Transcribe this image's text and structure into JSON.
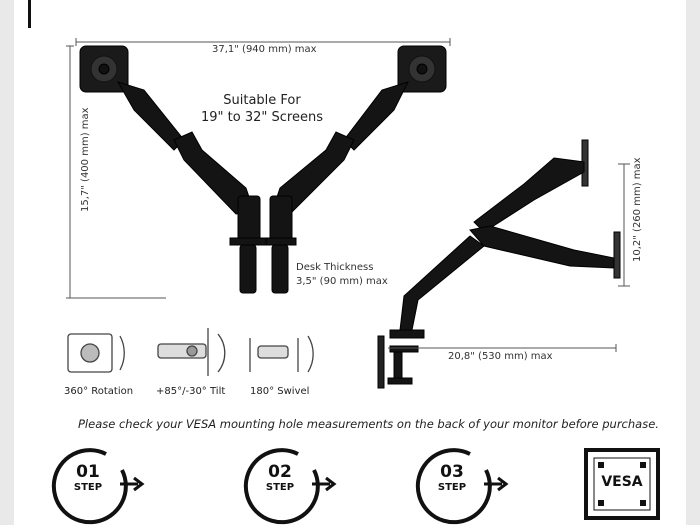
{
  "dimensions": {
    "width_label": "37,1\" (940 mm) max",
    "height_label": "15,7\" (400 mm) max",
    "desk_thickness_line1": "Desk Thickness",
    "desk_thickness_line2": "3,5\" (90 mm) max",
    "side_height_label": "10,2\" (260 mm) max",
    "side_depth_label": "20,8\" (530 mm) max"
  },
  "suitable": {
    "line1": "Suitable For",
    "line2": "19\" to 32\" Screens"
  },
  "features": [
    {
      "label": "360° Rotation",
      "icon": "rotation-icon"
    },
    {
      "label": "+85°/-30° Tilt",
      "icon": "tilt-icon"
    },
    {
      "label": "180° Swivel",
      "icon": "swivel-icon"
    }
  ],
  "notice": "Please check your VESA mounting hole measurements on the back of your monitor before purchase.",
  "steps": [
    {
      "number": "01",
      "label": "STEP"
    },
    {
      "number": "02",
      "label": "STEP"
    },
    {
      "number": "03",
      "label": "STEP"
    }
  ],
  "vesa_badge": "VESA",
  "colors": {
    "arm": "#141414",
    "line": "#555555",
    "background": "#ffffff"
  }
}
